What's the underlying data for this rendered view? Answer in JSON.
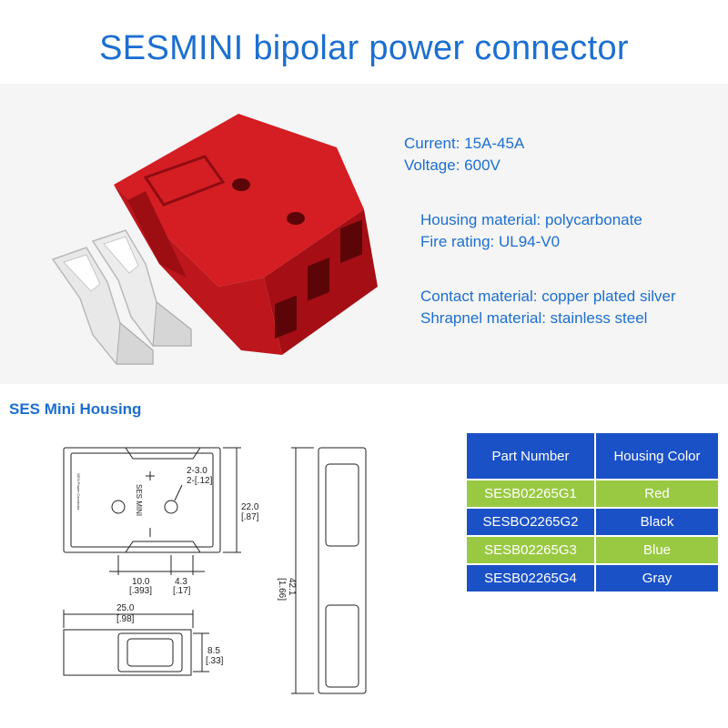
{
  "title": "SESMINI bipolar power connector",
  "specs": {
    "current": "Current: 15A-45A",
    "voltage": "Voltage: 600V",
    "housing_material": "Housing material: polycarbonate",
    "fire_rating": "Fire rating: UL94-V0",
    "contact_material": "Contact material: copper plated silver",
    "shrapnel_material": "Shrapnel material: stainless steel"
  },
  "housing_section_title": "SES Mini Housing",
  "drawing": {
    "hole_label": "2-3.0",
    "hole_label_inch": "2-[.12]",
    "height_mm": "22.0",
    "height_in": "[.87]",
    "pitch_mm": "10.0",
    "pitch_in": "[.393]",
    "offset_mm": "4.3",
    "offset_in": "[.17]",
    "width_mm": "25.0",
    "width_in": "[.98]",
    "thickness_mm": "8.5",
    "thickness_in": "[.33]",
    "length_mm": "42.1",
    "length_in": "[1.66]",
    "housing_text": "SES MINI",
    "small_text": "GEN Power Connector"
  },
  "table": {
    "headers": [
      "Part Number",
      "Housing Color"
    ],
    "rows": [
      {
        "part": "SESB02265G1",
        "color": "Red"
      },
      {
        "part": "SESBO2265G2",
        "color": "Black"
      },
      {
        "part": "SESB02265G3",
        "color": "Blue"
      },
      {
        "part": "SESB02265G4",
        "color": "Gray"
      }
    ]
  },
  "colors": {
    "accent_blue": "#1c6fd0",
    "table_blue": "#1b51c7",
    "table_green": "#99c942",
    "connector_red": "#c8181d"
  }
}
